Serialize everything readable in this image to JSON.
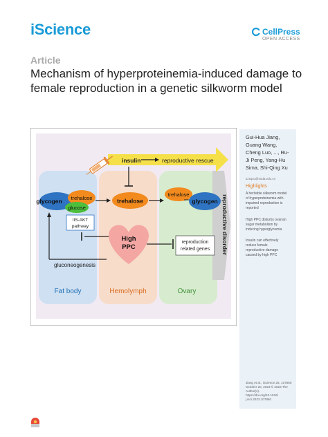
{
  "header": {
    "journal": "iScience",
    "publisher": "CellPress",
    "access": "OPEN ACCESS"
  },
  "article": {
    "type": "Article",
    "title": "Mechanism of hyperproteinemia-induced damage to female reproduction in a genetic silkworm model"
  },
  "abstract": {
    "insulin": "insulin",
    "reproductive_rescue": "reproductive rescue",
    "glycogen_left": "glycogen",
    "trehalose_left": "trehalose",
    "glucose": "glucose",
    "trehalose_mid": "trehalose",
    "trehalose_right": "trehalose",
    "glycogen_right": "glycogen",
    "iis_line1": "IIS-AKT",
    "iis_line2": "pathway",
    "high": "High",
    "ppc": "PPC",
    "repro_line1": "reproduction",
    "repro_line2": "related genes",
    "gluconeogenesis": "gluconeogenesis",
    "reproductive_disorder": "reproductive disorder",
    "fat_body": "Fat body",
    "hemolymph": "Hemolymph",
    "ovary": "Ovary"
  },
  "sidebar": {
    "authors": [
      "Gui-Hua Jiang,",
      "Guang Wang,",
      "Cheng Luo, ..., Ru-",
      "Ji Peng, Yang-Hu",
      "Sima, Shi-Qing Xu"
    ],
    "email": "szxqsu@suda.edu.cn",
    "highlights_heading": "Highlights",
    "highlights": [
      [
        "A heritable silkworm model",
        "of hyperproteinemia with",
        "impaired reproduction is",
        "reported"
      ],
      [
        "High PPC disturbs ovarian",
        "sugar metabolism by",
        "inducing hyperglycemia"
      ],
      [
        "Insulin can effectively",
        "reduce female",
        "reproductive damage",
        "caused by high PPC"
      ]
    ],
    "citation": [
      "Jiang et al., iScience 26, 107860",
      "October 20, 2023 © 2023 The",
      "Author(s).",
      "https://doi.org/10.1016/",
      "j.isci.2023.107860"
    ]
  },
  "colors": {
    "brand": "#1a9bd7",
    "highlight_heading": "#e07b22",
    "fat_body_panel": "#cfe0f2",
    "hemolymph_panel": "#f7dcc9",
    "ovary_panel": "#d7ecce",
    "arrow_yellow": "#f5e04a",
    "trehalose_orange": "#f28a1e",
    "glycogen_blue": "#2f74c2",
    "glucose_green": "#4cbf3c",
    "heart_pink": "#f4a6a3"
  },
  "icons": {
    "publisher_logo": "cellpress-logo-icon",
    "check_updates": "check-for-updates-icon",
    "syringe": "syringe-icon"
  }
}
